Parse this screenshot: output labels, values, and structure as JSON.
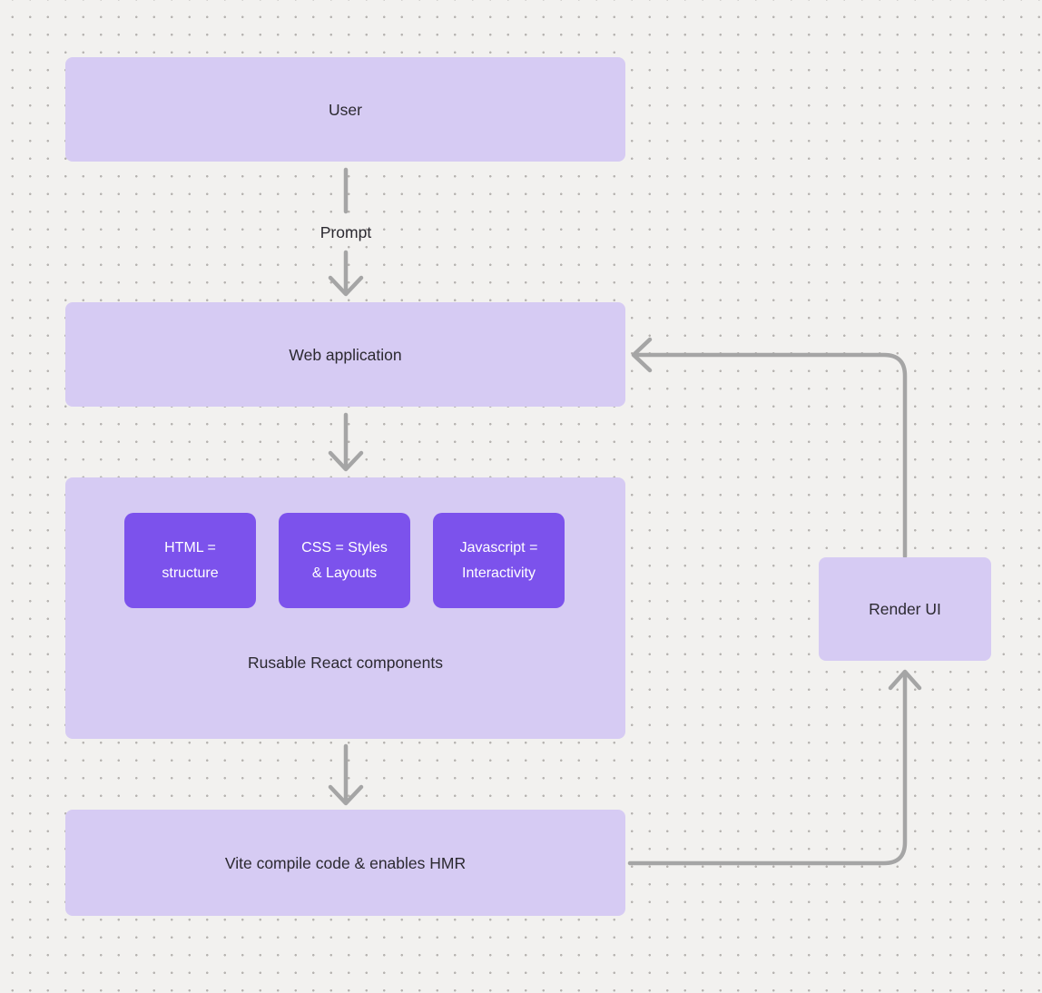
{
  "colors": {
    "background": "#f2f1ef",
    "grid_dot": "#b6b3b0",
    "node_fill": "#d6cbf3",
    "inner_node_fill": "#7c52ec",
    "inner_node_text": "#ffffff",
    "node_text": "#2b2930",
    "arrow": "#a5a5a5"
  },
  "nodes": {
    "user": {
      "label": "User"
    },
    "web_application": {
      "label": "Web application"
    },
    "components_group": {
      "caption": "Rusable React components",
      "children": [
        {
          "label": "HTML = structure"
        },
        {
          "label": "CSS = Styles & Layouts"
        },
        {
          "label": "Javascript = Interactivity"
        }
      ]
    },
    "vite": {
      "label": "Vite compile code & enables HMR"
    },
    "render_ui": {
      "label": "Render UI"
    }
  },
  "edges": [
    {
      "from": "User",
      "to": "Web application",
      "label": "Prompt"
    },
    {
      "from": "Web application",
      "to": "Rusable React components",
      "label": ""
    },
    {
      "from": "Rusable React components",
      "to": "Vite compile code & enables HMR",
      "label": ""
    },
    {
      "from": "Vite compile code & enables HMR",
      "to": "Render UI",
      "label": ""
    },
    {
      "from": "Render UI",
      "to": "Web application",
      "label": ""
    }
  ]
}
